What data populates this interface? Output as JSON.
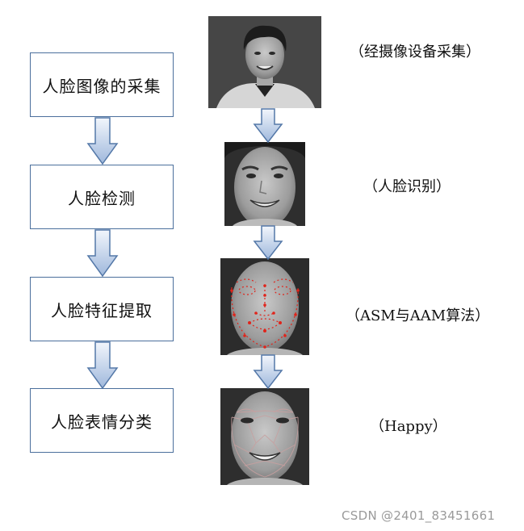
{
  "steps": [
    {
      "label": "人脸图像的采集",
      "caption": "（经摄像设备采集）"
    },
    {
      "label": "人脸检测",
      "caption": "（人脸识别）"
    },
    {
      "label": "人脸特征提取",
      "caption": "（ASM与AAM算法）"
    },
    {
      "label": "人脸表情分类",
      "caption": "（Happy）"
    }
  ],
  "watermark": "CSDN @2401_83451661",
  "colors": {
    "box_border": "#4b6f9c",
    "arrow_fill_top": "#f2f6fc",
    "arrow_fill_bottom": "#9fb8dc",
    "arrow_stroke": "#5478a8",
    "landmark": "#e0241b"
  }
}
